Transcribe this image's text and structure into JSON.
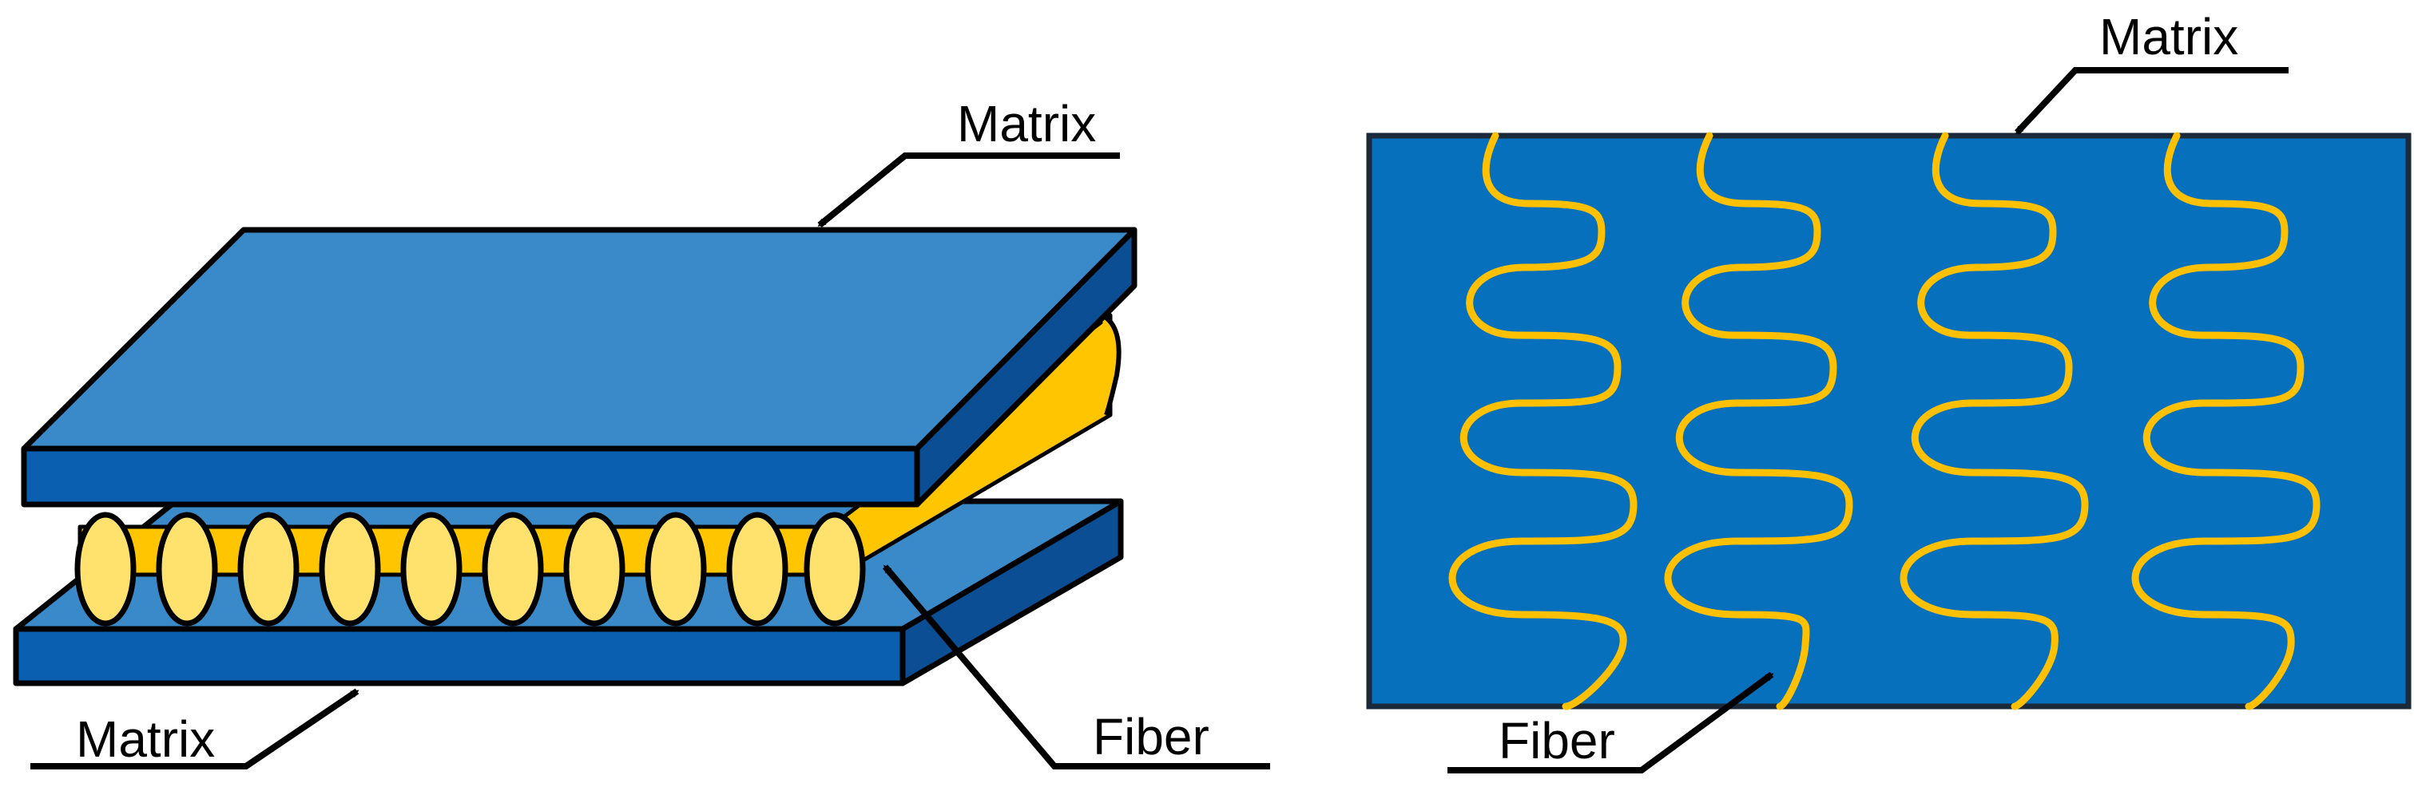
{
  "left_diagram": {
    "top_label": "Matrix",
    "bottom_label": "Matrix",
    "fiber_label": "Fiber",
    "fiber_count": 10
  },
  "right_diagram": {
    "top_label": "Matrix",
    "fiber_label": "Fiber",
    "fiber_count": 4
  },
  "colors": {
    "matrix_top": "#3A8AC9",
    "matrix_front": "#0A5FB0",
    "matrix_side": "#0B4E93",
    "matrix_panel": "#0670BD",
    "fiber_fill": "#FFE16E",
    "fiber_body": "#FFC600",
    "wavy_fiber": "#FFC000",
    "outline": "#000000"
  }
}
